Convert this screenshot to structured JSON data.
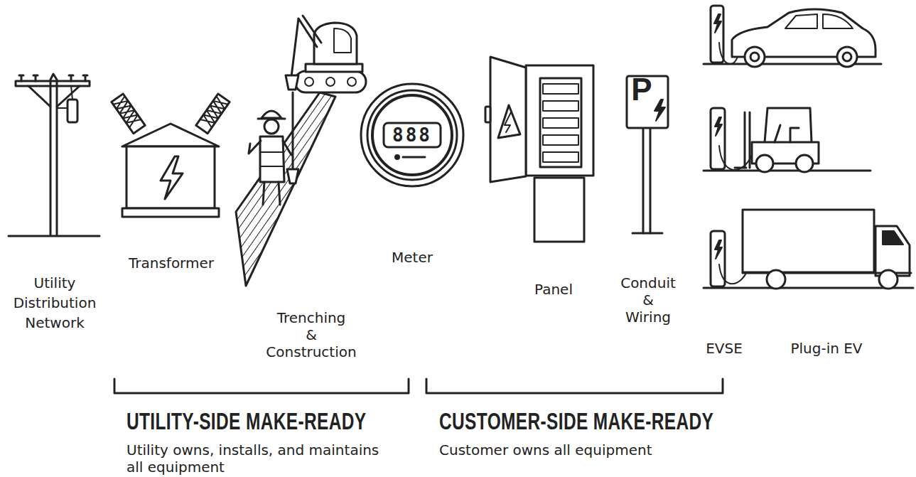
{
  "diagram": {
    "labels": [
      "Utility Distribution Network",
      "Transformer",
      "Trenching & Construction",
      "888",
      "Meter",
      "Panel",
      "P",
      "Conduit & Wiring",
      "EVSE",
      "Plug-in EV",
      "UTILITY-SIDE MAKE-READY",
      "Utility owns, installs, and maintains all equipment",
      "CUSTOMER-SIDE MAKE-READY",
      "Customer owns all equipment"
    ]
  }
}
